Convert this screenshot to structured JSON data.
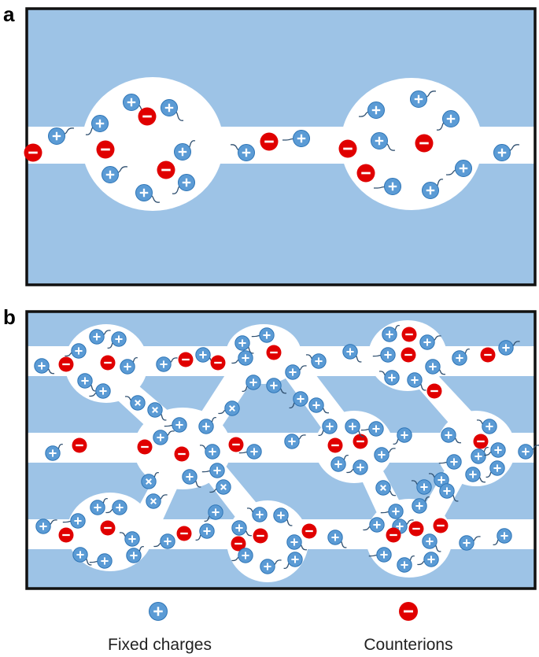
{
  "panels": [
    {
      "label": "a"
    },
    {
      "label": "b"
    }
  ],
  "legend": {
    "fixed_charges": "Fixed charges",
    "counterions": "Counterions"
  },
  "colors": {
    "matrix": "#9dc3e6",
    "pore": "#ffffff",
    "fixed_charge": "#5b9bd5",
    "fixed_charge_stroke": "#2e75b6",
    "counterion": "#e00000",
    "border": "#111111",
    "tail": "#2f4f6f"
  },
  "icons": {
    "fixed_charge": "plus-circle-icon",
    "counterion": "minus-circle-icon",
    "cross_linked_charge": "cross-circle-icon"
  }
}
